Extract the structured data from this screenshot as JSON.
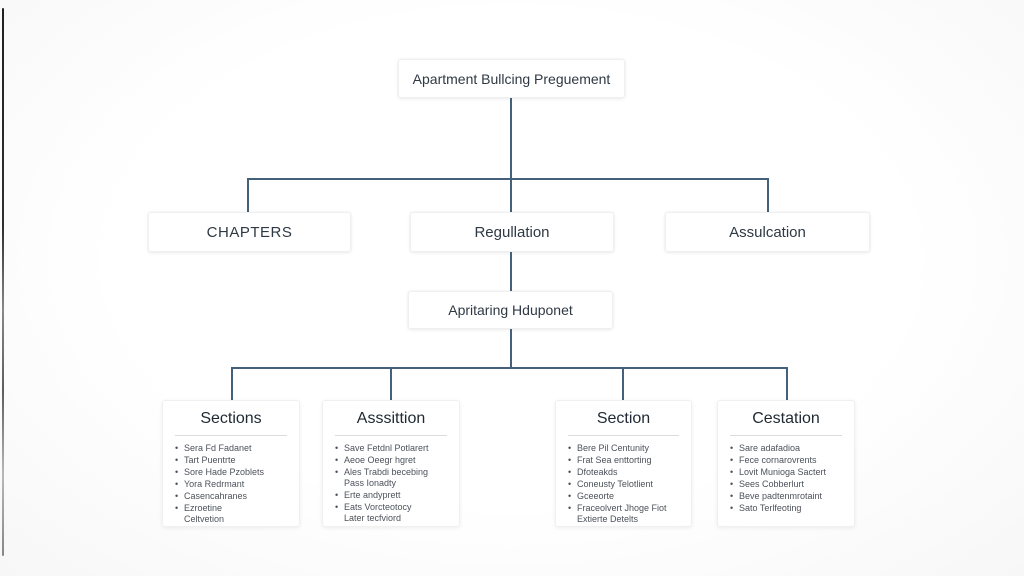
{
  "root_node": {
    "title": "Apartment Bullcing Preguement"
  },
  "level2_nodes": [
    {
      "label": "CHAPTERS"
    },
    {
      "label": "Regullation"
    },
    {
      "label": "Assulcation"
    }
  ],
  "mid_node": {
    "title": "Apritaring Hduponet"
  },
  "section_boxes": [
    {
      "title": "Sections",
      "items": [
        "Sera Fd Fadanet",
        "Tart Puentrte",
        "Sore Hade Pzoblets",
        "Yora Redrmant",
        "Casencahranes",
        "Ezroetine\nCeltvetion"
      ]
    },
    {
      "title": "Asssittion",
      "items": [
        "Save Fetdnl Potlarert",
        "Aeoe Oeegr hgret",
        "Ales Trabdi becebing\nPass Ionadty",
        "Erte andyprett",
        "Eats Vorcteotocy\nLater tecfviord"
      ]
    },
    {
      "title": "Section",
      "items": [
        "Bere Pil Centunity",
        "Frat Sea enttorting",
        "Dfoteakds",
        "Coneusty Telotlient",
        "Gceeorte",
        "Fraceolvert Jhoge Fiot\nExtierte Detelts"
      ]
    },
    {
      "title": "Cestation",
      "items": [
        "Sare adafadioa",
        "Fece cornarovrents",
        "Lovit Munioga Sactert",
        "Sees Cobberlurt",
        "Beve padtenmrotaint",
        "Sato Terlfeoting"
      ]
    }
  ],
  "colors": {
    "connector": "#44617b",
    "node_text": "#2e3944",
    "bullet_text": "#4c525a"
  }
}
